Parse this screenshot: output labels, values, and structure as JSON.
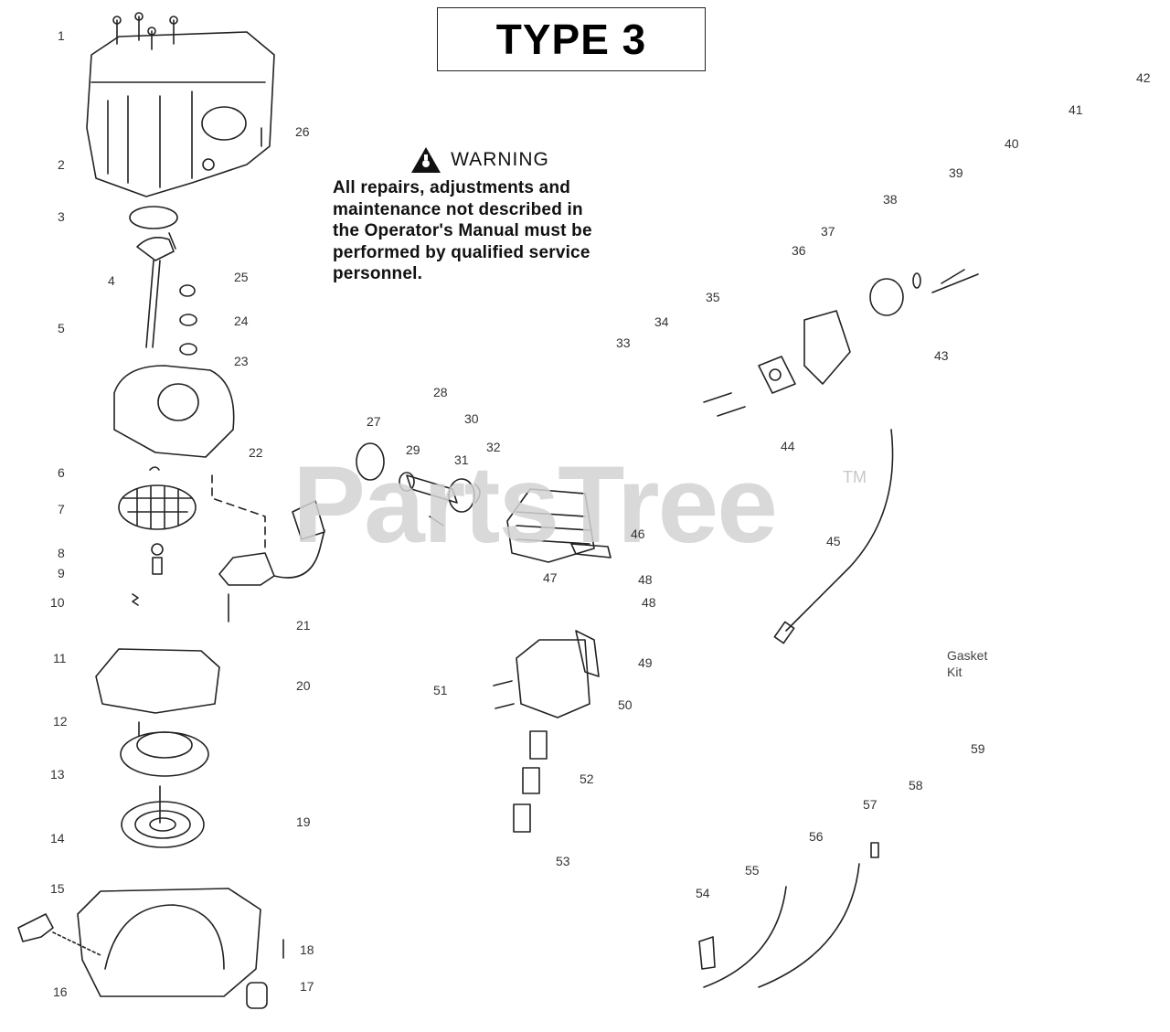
{
  "title": "TYPE 3",
  "warning": {
    "heading": "WARNING",
    "lines": [
      "All repairs, adjustments and",
      "maintenance not described in",
      "the Operator's Manual must be",
      "performed by qualified service",
      "personnel."
    ]
  },
  "watermark": {
    "text": "PartsTree",
    "tm": "TM"
  },
  "gasket_kit": {
    "line1": "Gasket",
    "line2": "Kit"
  },
  "callouts": [
    "1",
    "2",
    "3",
    "4",
    "5",
    "6",
    "7",
    "8",
    "9",
    "10",
    "11",
    "12",
    "13",
    "14",
    "15",
    "16",
    "17",
    "18",
    "19",
    "20",
    "21",
    "22",
    "23",
    "24",
    "25",
    "26",
    "27",
    "28",
    "29",
    "30",
    "31",
    "32",
    "33",
    "34",
    "35",
    "36",
    "37",
    "38",
    "39",
    "40",
    "41",
    "42",
    "43",
    "44",
    "45",
    "46",
    "47",
    "48",
    "48",
    "49",
    "50",
    "51",
    "52",
    "53",
    "54",
    "55",
    "56",
    "57",
    "58",
    "59"
  ]
}
